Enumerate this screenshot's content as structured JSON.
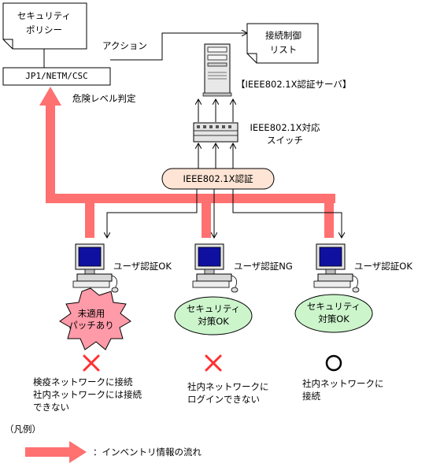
{
  "policy_note": {
    "line1": "セキュリティ",
    "line2": "ポリシー"
  },
  "manager": {
    "name": "JP1/NETM/CSC",
    "judge_label": "危険レベル判定"
  },
  "action_label": "アクション",
  "acl_note": {
    "line1": "接続制御",
    "line2": "リスト"
  },
  "auth_server": {
    "label": "【IEEE802.1X認証サーバ】"
  },
  "switch": {
    "line1": "IEEE802.1X対応",
    "line2": "スイッチ"
  },
  "auth_pill": "IEEE802.1X認証",
  "clients": [
    {
      "auth_result": "ユーザ認証OK",
      "status_line1": "未適用",
      "status_line2": "パッチあり",
      "mark": "cross",
      "result_lines": [
        "検疫ネットワークに接続",
        "社内ネットワークには接続",
        "できない"
      ]
    },
    {
      "auth_result": "ユーザ認証NG",
      "status_line1": "セキュリティ",
      "status_line2": "対策OK",
      "mark": "cross",
      "result_lines": [
        "社内ネットワークに",
        "ログインできない"
      ]
    },
    {
      "auth_result": "ユーザ認証OK",
      "status_line1": "セキュリティ",
      "status_line2": "対策OK",
      "mark": "circle",
      "result_lines": [
        "社内ネットワークに",
        "接続"
      ]
    }
  ],
  "legend": {
    "title": "（凡例）",
    "flow_label": "：インベントリ情報の流れ"
  },
  "colors": {
    "flow": "#ff7070",
    "warning_star": "#ff9aa8",
    "ok_ellipse": "#ccf5cc",
    "pill": "#fde4d4",
    "cross": "#ff3030",
    "screen": "#1010a0"
  }
}
